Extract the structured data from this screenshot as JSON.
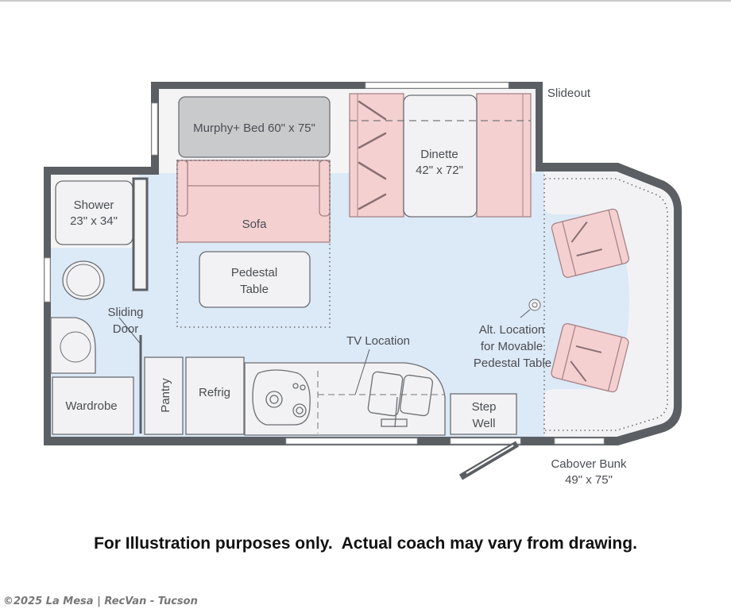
{
  "floorplan": {
    "labels": {
      "slideout": "Slideout",
      "murphy_bed": "Murphy+ Bed 60\" x 75\"",
      "dinette": [
        "Dinette",
        "42\" x 72\""
      ],
      "sofa": "Sofa",
      "pedestal_table": [
        "Pedestal",
        "Table"
      ],
      "shower": [
        "Shower",
        "23\" x 34\""
      ],
      "sliding_door": [
        "Sliding",
        "Door"
      ],
      "wardrobe": "Wardrobe",
      "pantry": "Pantry",
      "refrig": "Refrig",
      "tv_location": "TV Location",
      "alt_location": [
        "Alt. Location",
        "for Movable",
        "Pedestal Table"
      ],
      "step_well": [
        "Step",
        "Well"
      ],
      "cabover_bunk": [
        "Cabover Bunk",
        "49\" x 75\""
      ]
    },
    "colors": {
      "wall": "#5b5f64",
      "floor": "#dce9f6",
      "upholstery": "#f4d0d1",
      "bed": "#c9cacc"
    }
  },
  "caption": "For Illustration purposes only.  Actual coach may vary from drawing.",
  "watermark": "©2025 La Mesa | RecVan - Tucson"
}
